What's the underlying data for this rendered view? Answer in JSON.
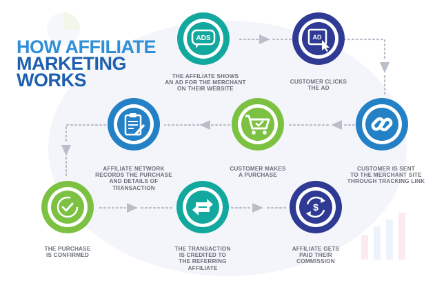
{
  "title": {
    "line1": "HOW AFFILIATE",
    "line2": "MARKETING",
    "line3": "WORKS"
  },
  "colors": {
    "title_light": "#2f8fd7",
    "title_dark": "#1e5fae",
    "connector": "#b9bec8",
    "label": "#6b6f79",
    "green": "#7cc142",
    "teal": "#13a89e",
    "navy": "#2e3a93",
    "blue": "#2481c6",
    "icon_white": "#ffffff"
  },
  "steps": [
    {
      "id": 1,
      "icon": "ads-icon",
      "icon_text": "ADS",
      "color": "teal",
      "label": "THE AFFILIATE SHOWS\nAN AD FOR THE MERCHANT\nON THEIR WEBSITE"
    },
    {
      "id": 2,
      "icon": "ad-click-icon",
      "icon_text": "AD",
      "color": "navy",
      "label": "CUSTOMER CLICKS\nTHE AD"
    },
    {
      "id": 3,
      "icon": "chain-link-icon",
      "color": "blue",
      "label": "CUSTOMER IS SENT\nTO THE MERCHANT SITE\nTHROUGH TRACKING LINK"
    },
    {
      "id": 4,
      "icon": "shopping-cart-icon",
      "color": "green",
      "label": "CUSTOMER MAKES\nA PURCHASE"
    },
    {
      "id": 5,
      "icon": "clipboard-icon",
      "color": "blue",
      "label": "AFFILIATE NETWORK\nRECORDS THE PURCHASE\nAND DETAILS OF\nTRANSACTION"
    },
    {
      "id": 6,
      "icon": "checkmark-icon",
      "color": "green",
      "label": "THE PURCHASE\nIS CONFIRMED"
    },
    {
      "id": 7,
      "icon": "exchange-arrows-icon",
      "color": "teal",
      "label": "THE TRANSACTION\nIS CREDITED TO\nTHE REFERRING\nAFFILIATE"
    },
    {
      "id": 8,
      "icon": "dollar-cycle-icon",
      "icon_text": "$",
      "color": "navy",
      "label": "AFFILIATE GETS\nPAID THEIR\nCOMMISSION"
    }
  ]
}
